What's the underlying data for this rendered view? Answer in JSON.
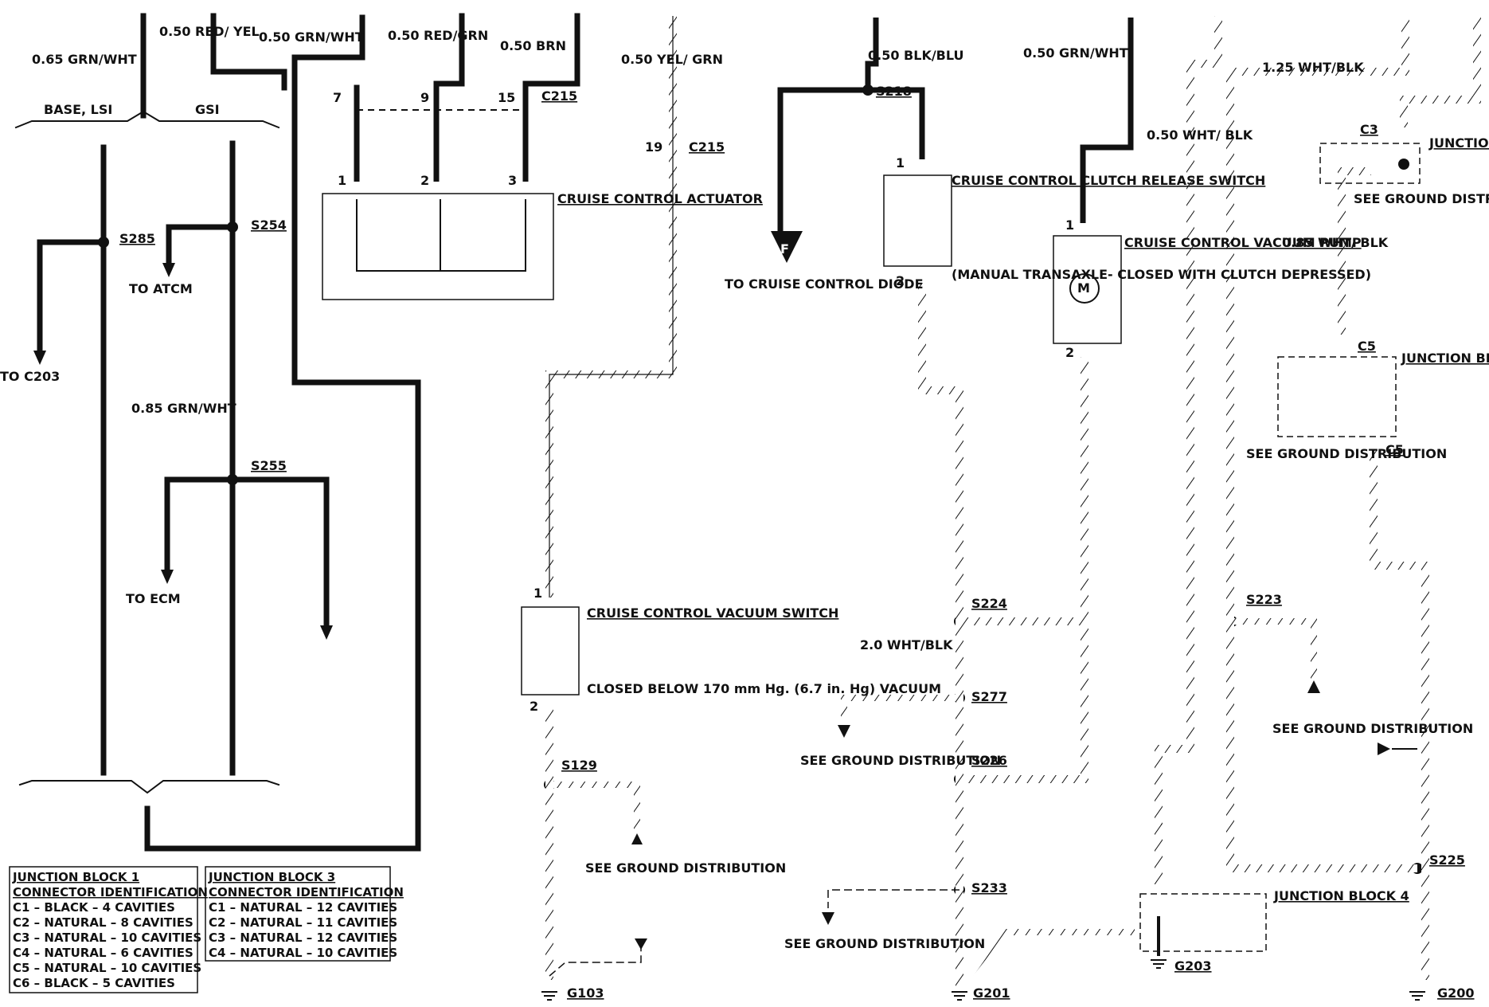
{
  "diagram": {
    "type": "wiring-schematic",
    "wires": {
      "grn_wht_065": "0.65 GRN/WHT",
      "red_yel_050": "0.50 RED/ YEL",
      "grn_wht_050_top": "0.50 GRN/WHT",
      "red_grn_050": "0.50 RED/GRN",
      "brn_050": "0.50 BRN",
      "yel_grn_050": "0.50 YEL/ GRN",
      "blk_blu_050": "0.50 BLK/BLU",
      "grn_wht_050_pump": "0.50 GRN/WHT",
      "wht_blk_125": "1.25 WHT/BLK",
      "wht_blk_050": "0.50 WHT/ BLK",
      "wht_blk_085": "0.85 WHT/ BLK",
      "grn_wht_085": "0.85 GRN/WHT",
      "wht_blk_20": "2.0 WHT/BLK"
    },
    "labels": {
      "base_lsi": "BASE, LSI",
      "gsi": "GSI",
      "to_atcm": "TO ATCM",
      "to_c203": "TO C203",
      "to_ecm": "TO ECM",
      "to_cruise_diode": "TO CRUISE CONTROL DIODE",
      "see_ground": "SEE GROUND DISTRIBUTION",
      "vacuum_note": "CLOSED BELOW 170 mm Hg. (6.7 in. Hg) VACUUM",
      "clutch_note": "(MANUAL TRANSAXLE- CLOSED WITH CLUTCH DEPRESSED)",
      "f_marker": "F"
    },
    "components": {
      "actuator": "CRUISE CONTROL ACTUATOR",
      "vacuum_switch": "CRUISE CONTROL VACUUM SWITCH",
      "clutch_switch": "CRUISE CONTROL CLUTCH RELEASE SWITCH",
      "vacuum_pump": "CRUISE CONTROL VACUUM PUMP",
      "jb3": "JUNCTION BLOCK 3",
      "jb1": "JUNCTION BLOCK 1",
      "jb4": "JUNCTION BLOCK 4",
      "pump_motor": "M"
    },
    "splices": [
      "S285",
      "S254",
      "S255",
      "S218",
      "S224",
      "S223",
      "S277",
      "S226",
      "S129",
      "S233",
      "S225"
    ],
    "connectors": [
      "C215",
      "C3",
      "C5",
      "G103",
      "G201",
      "G203",
      "G200"
    ],
    "pins": [
      "7",
      "9",
      "15",
      "1",
      "2",
      "3",
      "19"
    ],
    "tables": {
      "jb1": {
        "title": [
          "JUNCTION BLOCK 1",
          "CONNECTOR IDENTIFICATION"
        ],
        "rows": [
          "C1 – BLACK – 4 CAVITIES",
          "C2 – NATURAL – 8 CAVITIES",
          "C3 – NATURAL – 10 CAVITIES",
          "C4 – NATURAL – 6 CAVITIES",
          "C5 – NATURAL – 10 CAVITIES",
          "C6 – BLACK – 5 CAVITIES"
        ]
      },
      "jb3": {
        "title": [
          "JUNCTION BLOCK 3",
          "CONNECTOR IDENTIFICATION"
        ],
        "rows": [
          "C1 – NATURAL – 12 CAVITIES",
          "C2 – NATURAL – 11 CAVITIES",
          "C3 – NATURAL – 12 CAVITIES",
          "C4 – NATURAL – 10 CAVITIES"
        ]
      }
    }
  }
}
